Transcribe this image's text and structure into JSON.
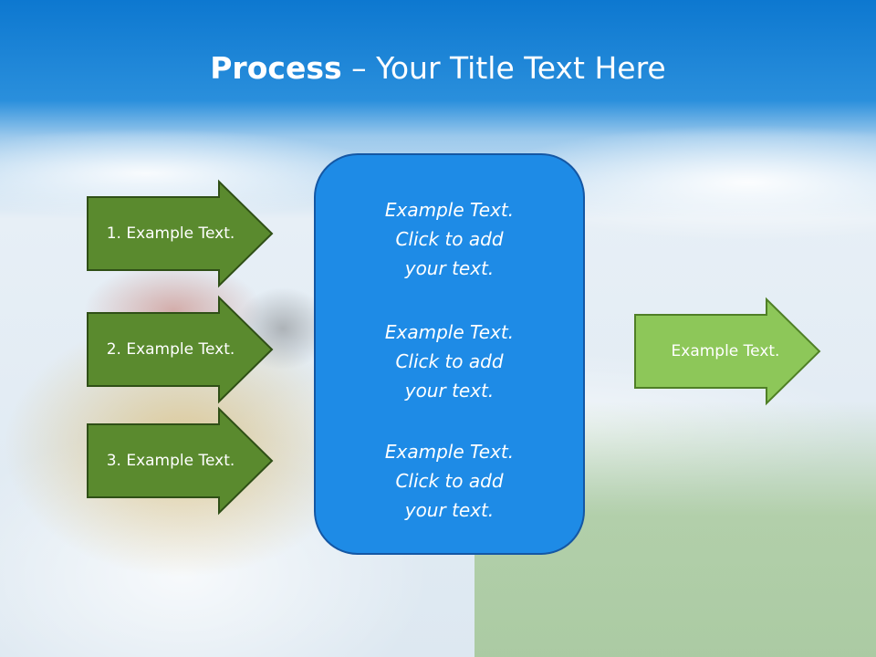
{
  "title": {
    "bold": "Process",
    "rest": " – Your Title Text Here"
  },
  "left_arrows": [
    {
      "label": "1. Example Text."
    },
    {
      "label": "2. Example Text."
    },
    {
      "label": "3. Example Text."
    }
  ],
  "center_box": {
    "items": [
      {
        "text": "Example Text.\nClick  to add\nyour text."
      },
      {
        "text": "Example Text.\nClick  to add\nyour text."
      },
      {
        "text": "Example Text.\nClick  to add\nyour text."
      }
    ]
  },
  "right_arrow": {
    "label": "Example Text."
  },
  "colors": {
    "dark_arrow_fill": "#5a8a2e",
    "dark_arrow_stroke": "#2f4f16",
    "light_arrow_fill": "#8dc759",
    "light_arrow_stroke": "#4f7f26",
    "center_box_fill": "#1e8be6",
    "header_blue": "#0d78d0"
  }
}
